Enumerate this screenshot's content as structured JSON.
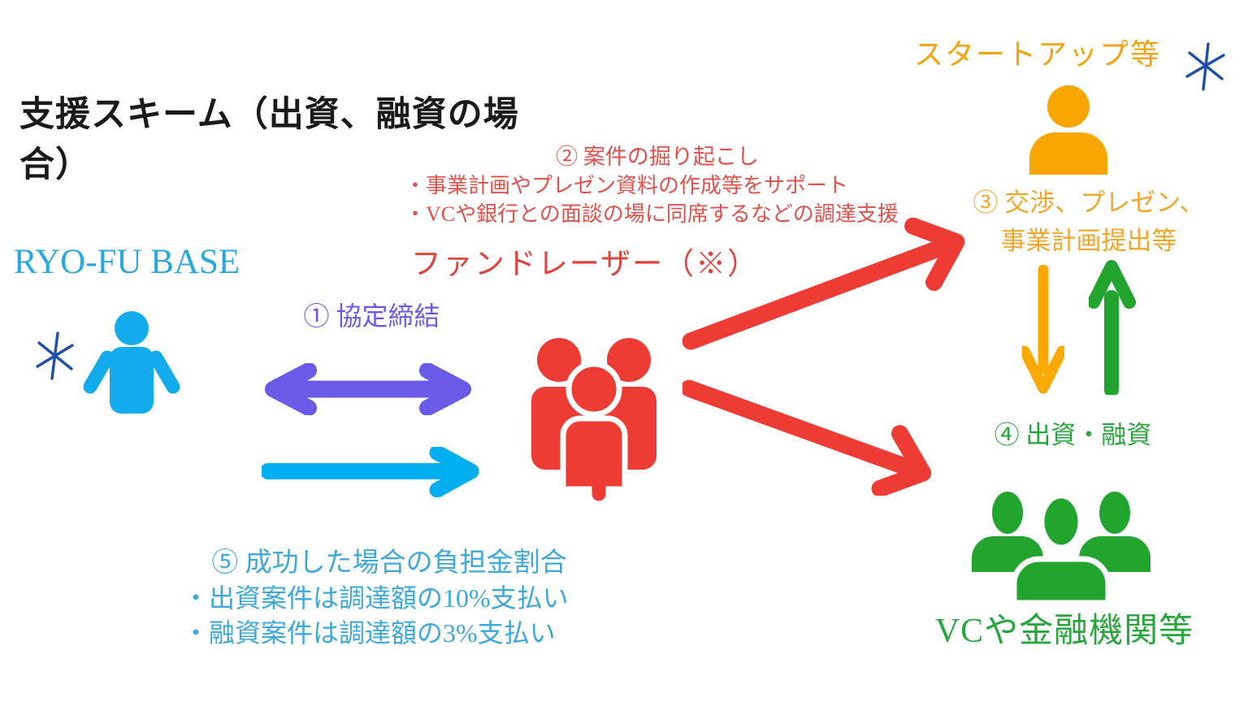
{
  "title": "支援スキーム（出資、融資の場合）",
  "nodes": {
    "ryofu_base": {
      "label": "RYO-FU BASE"
    },
    "fundraiser": {
      "label": "ファンドレーザー（※）"
    },
    "startup": {
      "label": "スタートアップ等"
    },
    "vc": {
      "label": "VCや金融機関等"
    }
  },
  "steps": {
    "step1": {
      "label": "① 協定締結"
    },
    "step2": {
      "title": "② 案件の掘り起こし",
      "bullets": [
        "・事業計画やプレゼン資料の作成等をサポート",
        "・VCや銀行との面談の場に同席するなどの調達支援"
      ]
    },
    "step3": {
      "line1": "③ 交渉、プレゼン、",
      "line2": "事業計画提出等"
    },
    "step4": {
      "label": "④ 出資・融資"
    },
    "step5": {
      "title": "⑤ 成功した場合の負担金割合",
      "bullets": [
        "・出資案件は調達額の10%支払い",
        "・融資案件は調達額の3%支払い"
      ]
    }
  },
  "icons": {
    "ryofu_person": "person-icon",
    "fundraiser_group": "group-icon",
    "startup_person": "person-bust-icon",
    "vc_group": "group-busts-icon",
    "note_stars": "asterisk-star-icon"
  },
  "colors": {
    "title_text": "#1A1A1A",
    "cyan_text": "#29A8E0",
    "cyan_light_text": "#3FA8DA",
    "cyan_icon": "#12ACEC",
    "cyan_arrow": "#00AEEF",
    "purple_arrow": "#6A5AE8",
    "red_text": "#DF524B",
    "red_icon": "#EE3B33",
    "orange_text": "#F2A40E",
    "orange_icon": "#FAA600",
    "green_text": "#28A63C",
    "green_icon": "#22A52E",
    "asterisk_blue": "#1F4FA8"
  }
}
